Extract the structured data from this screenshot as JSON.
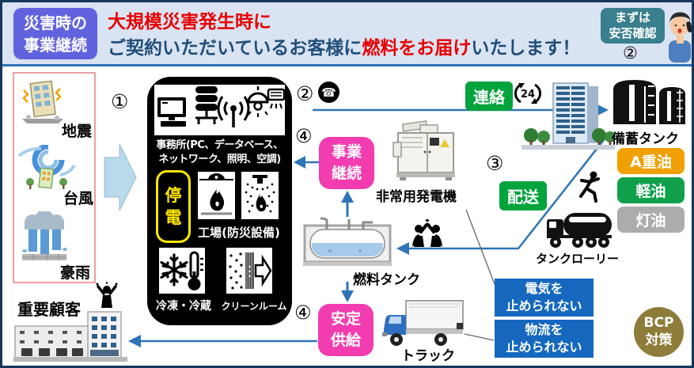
{
  "colors": {
    "header_bg": "#D9E3F2",
    "accent_blue": "#2E74B5",
    "badge_purple": "#6163DE",
    "badge_teal": "#397F8E",
    "red": "#E60000",
    "navy": "#1F4E79",
    "green": "#00A33C",
    "orange": "#F0A000",
    "fuel_green": "#0FA049",
    "fuel_gray": "#ACACAC",
    "pink": "#F23CB0",
    "info_blue": "#1568BE",
    "bcp_gold": "#8E7C3A",
    "arrow_blue": "#2E75B6",
    "power_yellow": "#FFE800"
  },
  "header": {
    "badge": "災害時の\n事業継続",
    "title_line1": "大規模災害発生時に",
    "title_line2_prefix": "ご契約いただいているお客様に",
    "title_line2_highlight": "燃料をお届け",
    "title_line2_suffix": "いたします！",
    "safety_badge": "まずは\n安否確認",
    "safety_step": "②"
  },
  "steps": {
    "s1": "①",
    "s2": "②",
    "s3": "③",
    "s4": "④"
  },
  "disasters": {
    "earthquake": "地震",
    "typhoon": "台風",
    "heavy_rain": "豪雨"
  },
  "customer": {
    "label": "重要顧客"
  },
  "office_box": {
    "office_label": "事務所(PC、データベース、\nネットワーク、照明、空調)",
    "power_outage": "停\n電",
    "factory_label": "工場(防災設備)",
    "freezer_label": "冷凍・冷蔵",
    "cleanroom_label": "クリーンルーム"
  },
  "flow": {
    "contact": "連絡",
    "delivery": "配送",
    "business_continuity": "事業\n継続",
    "stable_supply": "安定\n供給",
    "generator": "非常用発電機",
    "fuel_tank": "燃料タンク",
    "storage_tank": "備蓄タンク",
    "tanker": "タンクローリー",
    "truck": "トラック",
    "fuel_types": [
      "A重油",
      "軽油",
      "灯油"
    ],
    "no_stop_power": "電気を\n止められない",
    "no_stop_logistics": "物流を\n止められない",
    "bcp": "BCP\n対策",
    "phone_glyph": "☎",
    "h24": "24"
  }
}
